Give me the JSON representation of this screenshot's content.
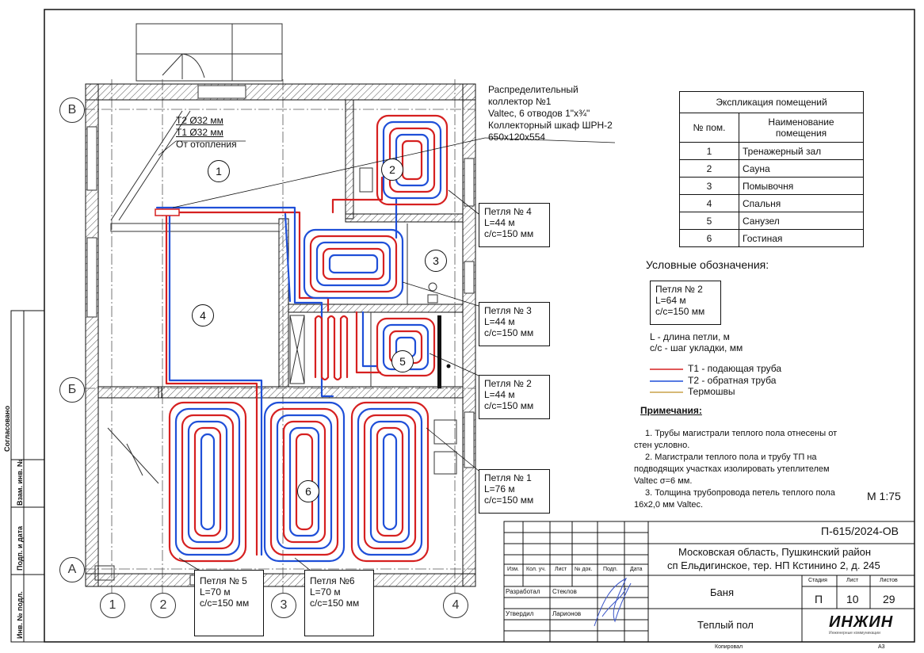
{
  "axes": {
    "rows": [
      "В",
      "Б",
      "А"
    ],
    "cols": [
      "1",
      "2",
      "3",
      "4"
    ]
  },
  "rooms": [
    "1",
    "2",
    "3",
    "4",
    "5",
    "6"
  ],
  "collector": {
    "lines": [
      "Распределительный",
      "коллектор №1",
      "Valtec, 6 отводов 1\"х¾\"",
      "Коллекторный шкаф ШРН-2",
      "650х120х554"
    ]
  },
  "supply_note": {
    "t2": "Т2 Ø32 мм",
    "t1": "Т1 Ø32 мм",
    "from": "От отопления"
  },
  "loops": [
    {
      "title": "Петля № 4",
      "length": "L=44 м",
      "step": "с/с=150 мм"
    },
    {
      "title": "Петля № 3",
      "length": "L=44 м",
      "step": "с/с=150 мм"
    },
    {
      "title": "Петля № 2",
      "length": "L=44 м",
      "step": "с/с=150 мм"
    },
    {
      "title": "Петля № 1",
      "length": "L=76 м",
      "step": "с/с=150 мм"
    },
    {
      "title": "Петля № 5",
      "length": "L=70 м",
      "step": "с/с=150 мм"
    },
    {
      "title": "Петля №6",
      "length": "L=70 м",
      "step": "с/с=150 мм"
    }
  ],
  "explication": {
    "title": "Экспликация помещений",
    "col_num": "№ пом.",
    "col_name": "Наименование помещения",
    "rows": [
      {
        "num": "1",
        "name": "Тренажерный зал"
      },
      {
        "num": "2",
        "name": "Сауна"
      },
      {
        "num": "3",
        "name": "Помывочня"
      },
      {
        "num": "4",
        "name": "Спальня"
      },
      {
        "num": "5",
        "name": "Санузел"
      },
      {
        "num": "6",
        "name": "Гостиная"
      }
    ]
  },
  "legend": {
    "title": "Условные обозначения:",
    "sample": {
      "title": "Петля № 2",
      "length": "L=64 м",
      "step": "с/с=150 мм"
    },
    "desc1": "L - длина петли, м",
    "desc2": "с/с - шаг укладки, мм",
    "t1": "Т1 - подающая труба",
    "t2": "Т2 - обратная труба",
    "thermo": "Термошвы",
    "colors": {
      "t1": "#d62020",
      "t2": "#1f4fd8",
      "thermo": "#c9a24a"
    }
  },
  "notes": {
    "title": "Примечания:",
    "items": [
      "1.    Трубы магистрали теплого пола отнесены от",
      "стен условно.",
      "2.    Магистрали теплого пола и трубу ТП на",
      "подводящих участках изолировать утеплителем",
      "Valtec σ=6 мм.",
      "3.    Толщина трубопровода петель теплого пола",
      "16х2,0 мм Valtec."
    ]
  },
  "scale": "М 1:75",
  "stamp": {
    "code": "П-615/2024-ОВ",
    "address1": "Московская область, Пушкинский район",
    "address2": "сп Ельдигинское, тер. НП Кстинино 2, д. 245",
    "object": "Баня",
    "sheet_title": "Теплый пол",
    "h_izm": "Изм.",
    "h_kol": "Кол. уч.",
    "h_list": "Лист",
    "h_ndok": "№ док.",
    "h_podp": "Подп.",
    "h_data": "Дата",
    "dev_role": "Разработал",
    "dev_name": "Стеклов",
    "app_role": "Утвердил",
    "app_name": "Ларионов",
    "stage_h": "Стадия",
    "sheet_h": "Лист",
    "sheets_h": "Листов",
    "stage": "П",
    "sheet": "10",
    "sheets": "29",
    "logo": "ИНЖИН",
    "logo_sub": "Инженерные коммуникации",
    "copied": "Копировал",
    "format": "А3"
  },
  "side_labels": {
    "agreed": "Согласовано",
    "inv_sub": "Взам. инв. №",
    "sign_date": "Подп. и дата",
    "inv_orig": "Инв. № подл."
  }
}
